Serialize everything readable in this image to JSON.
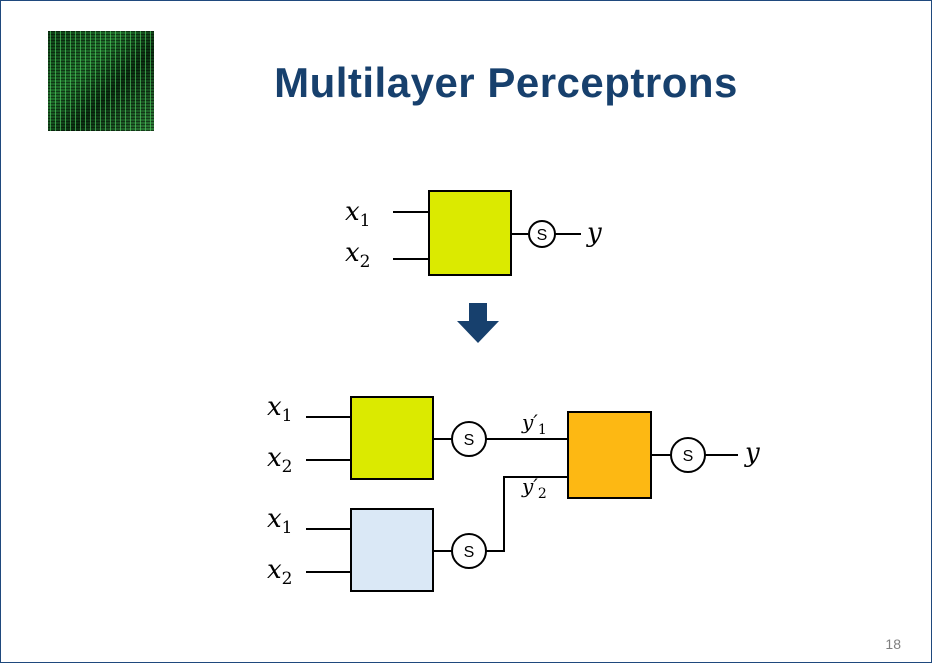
{
  "slide": {
    "title": "Multilayer Perceptrons",
    "page_number": "18"
  },
  "labels": {
    "x": "x",
    "y": "y",
    "y_prime": "y′",
    "sub1": "1",
    "sub2": "2",
    "sigmoid": "S"
  },
  "colors": {
    "title": "#17406d",
    "neuron_green": "#dbea00",
    "neuron_blue": "#dae8f6",
    "neuron_orange": "#fdb813",
    "arrow": "#17406d"
  }
}
